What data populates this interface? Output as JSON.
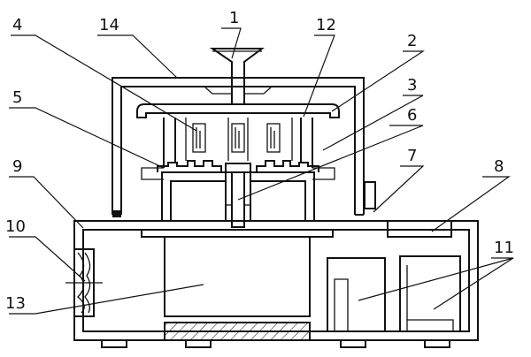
{
  "figure": {
    "part_numbers": [
      "1",
      "2",
      "3",
      "4",
      "5",
      "6",
      "7",
      "8",
      "9",
      "10",
      "11",
      "12",
      "13",
      "14"
    ]
  }
}
